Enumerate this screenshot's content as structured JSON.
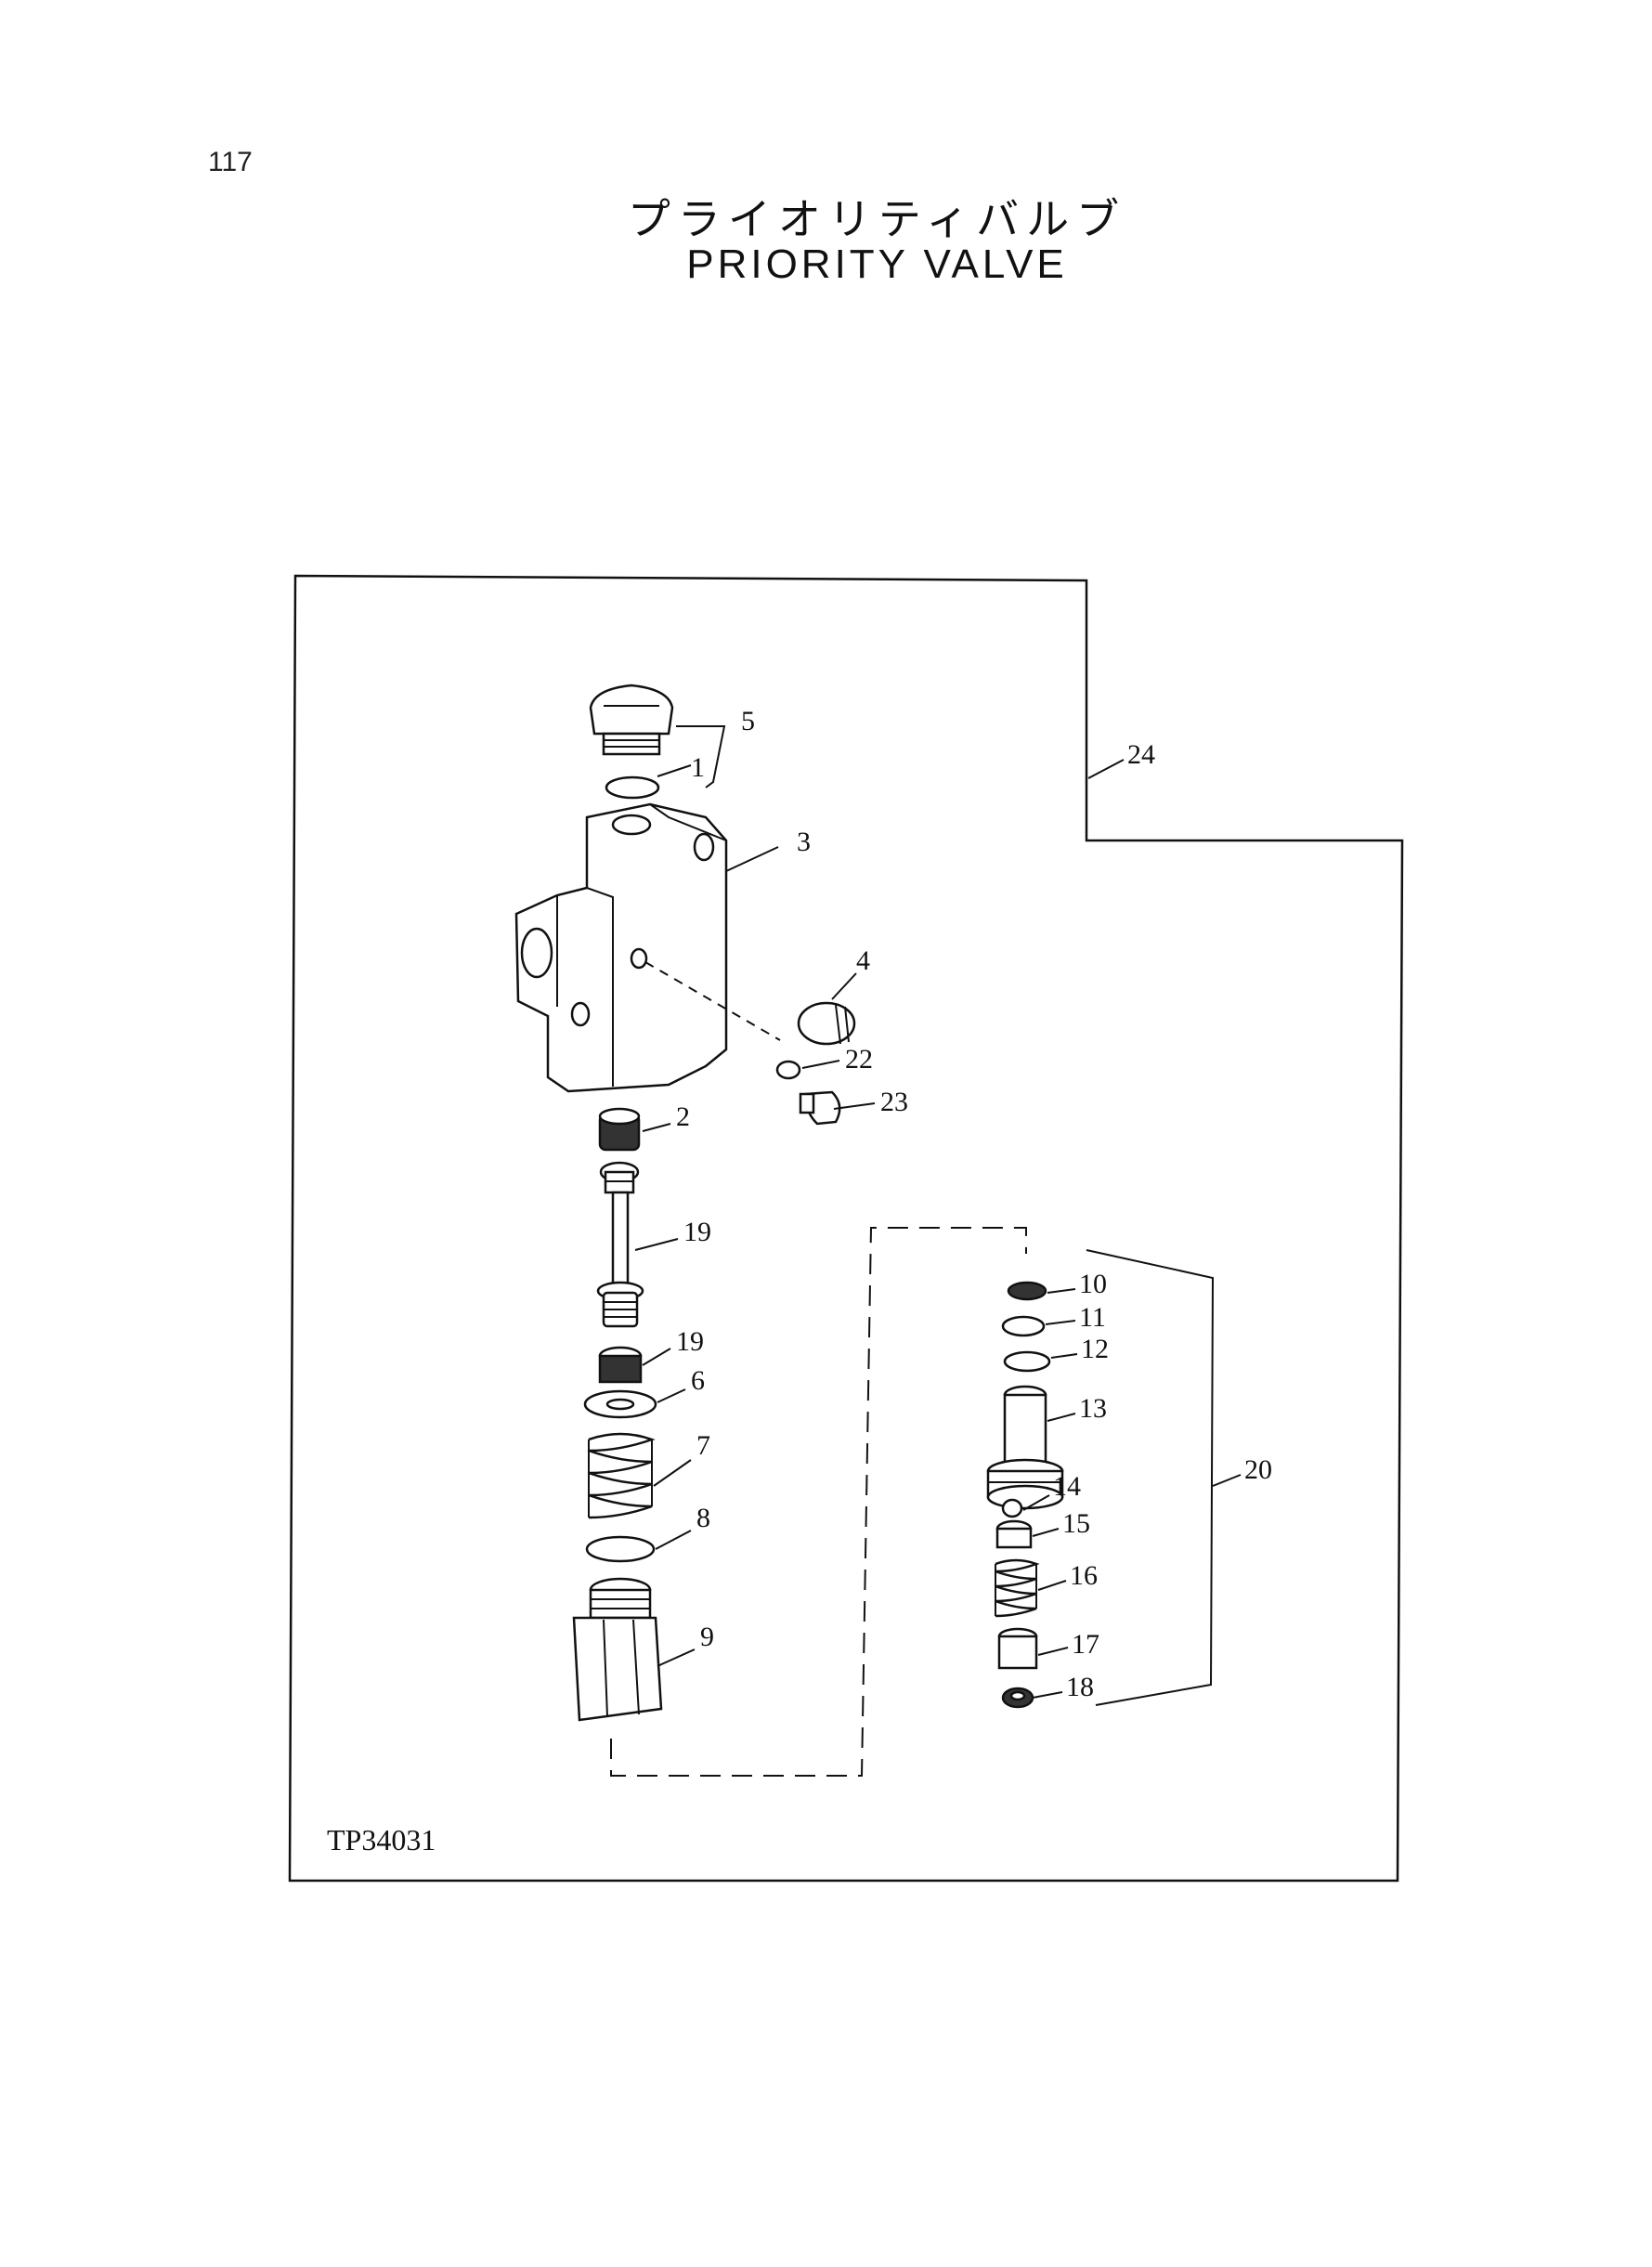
{
  "page": {
    "number": "117"
  },
  "title": {
    "japanese": "プライオリティバルブ",
    "english": "PRIORITY VALVE"
  },
  "figure": {
    "id": "TP34031",
    "callouts": {
      "c1": "1",
      "c2": "2",
      "c3": "3",
      "c4": "4",
      "c5": "5",
      "c6": "6",
      "c7": "7",
      "c8": "8",
      "c9": "9",
      "c10": "10",
      "c11": "11",
      "c12": "12",
      "c13": "13",
      "c14": "14",
      "c15": "15",
      "c16": "16",
      "c17": "17",
      "c18": "18",
      "c19a": "19",
      "c19b": "19",
      "c20": "20",
      "c22": "22",
      "c23": "23",
      "c24": "24"
    }
  }
}
